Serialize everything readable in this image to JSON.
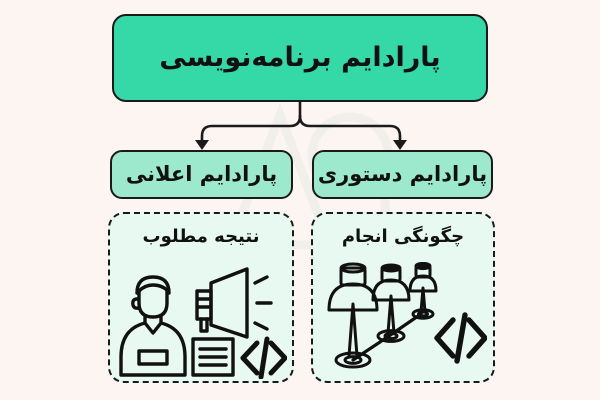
{
  "page": {
    "title": "پارادایم برنامه‌نویسی",
    "background_color": "#fdf5f2"
  },
  "colors": {
    "root_fill": "#35d9a8",
    "branch_fill": "#9de9cd",
    "detail_fill": "#e7f9f1",
    "stroke": "#1a1a1a",
    "text": "#111111"
  },
  "diagram": {
    "root": {
      "label": "پارادایم برنامه‌نویسی"
    },
    "branches": [
      {
        "id": "declarative",
        "label": "پارادایم اعلانی",
        "detail": {
          "label": "نتیجه مطلوب",
          "icons": [
            "person-megaphone-icon",
            "document-lines-icon",
            "code-brackets-icon"
          ]
        }
      },
      {
        "id": "imperative",
        "label": "پارادایم دستوری",
        "detail": {
          "label": "چگونگی انجام",
          "icons": [
            "pushpin-path-icon",
            "code-brackets-icon"
          ]
        }
      }
    ],
    "connector": {
      "type": "split-arrow-bracket",
      "arrow_count": 2
    }
  }
}
